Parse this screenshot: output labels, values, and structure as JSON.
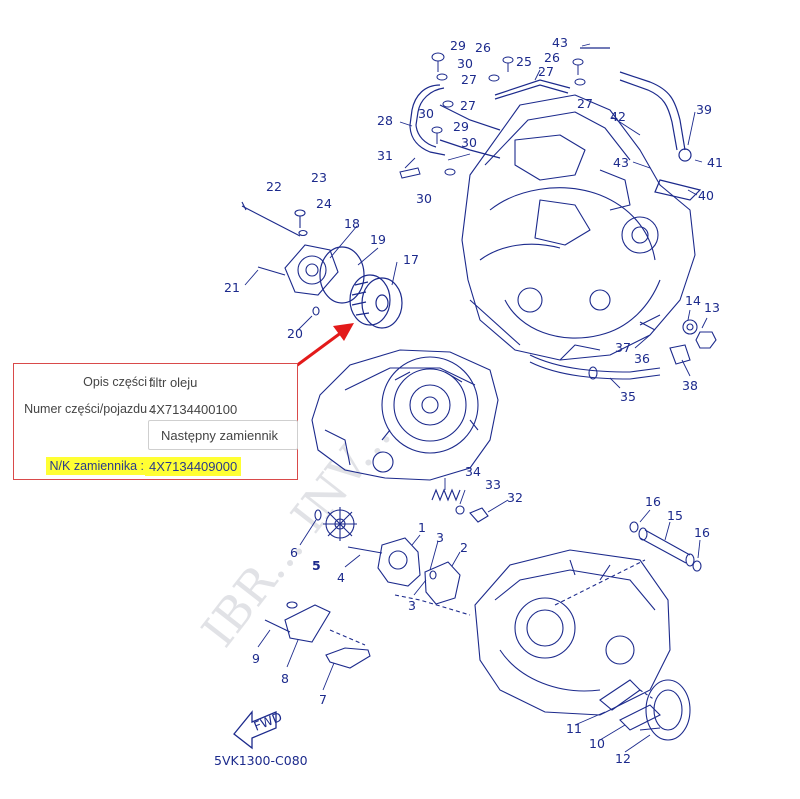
{
  "diagram": {
    "code": "5VK1300-C080",
    "fwd_label": "FWD",
    "watermark": "IBR... INV..."
  },
  "callouts": [
    {
      "id": "1",
      "label": "1"
    },
    {
      "id": "2",
      "label": "2"
    },
    {
      "id": "3a",
      "label": "3"
    },
    {
      "id": "3b",
      "label": "3"
    },
    {
      "id": "4",
      "label": "4"
    },
    {
      "id": "5",
      "label": "5"
    },
    {
      "id": "6",
      "label": "6"
    },
    {
      "id": "7",
      "label": "7"
    },
    {
      "id": "8",
      "label": "8"
    },
    {
      "id": "9",
      "label": "9"
    },
    {
      "id": "10",
      "label": "10"
    },
    {
      "id": "11",
      "label": "11"
    },
    {
      "id": "12",
      "label": "12"
    },
    {
      "id": "13",
      "label": "13"
    },
    {
      "id": "14",
      "label": "14"
    },
    {
      "id": "15",
      "label": "15"
    },
    {
      "id": "16a",
      "label": "16"
    },
    {
      "id": "16b",
      "label": "16"
    },
    {
      "id": "17",
      "label": "17"
    },
    {
      "id": "18",
      "label": "18"
    },
    {
      "id": "19",
      "label": "19"
    },
    {
      "id": "20",
      "label": "20"
    },
    {
      "id": "21",
      "label": "21"
    },
    {
      "id": "22",
      "label": "22"
    },
    {
      "id": "23",
      "label": "23"
    },
    {
      "id": "24",
      "label": "24"
    },
    {
      "id": "25",
      "label": "25"
    },
    {
      "id": "26a",
      "label": "26"
    },
    {
      "id": "26b",
      "label": "26"
    },
    {
      "id": "27a",
      "label": "27"
    },
    {
      "id": "27b",
      "label": "27"
    },
    {
      "id": "27c",
      "label": "27"
    },
    {
      "id": "27d",
      "label": "27"
    },
    {
      "id": "28",
      "label": "28"
    },
    {
      "id": "29a",
      "label": "29"
    },
    {
      "id": "29b",
      "label": "29"
    },
    {
      "id": "30a",
      "label": "30"
    },
    {
      "id": "30b",
      "label": "30"
    },
    {
      "id": "30c",
      "label": "30"
    },
    {
      "id": "30d",
      "label": "30"
    },
    {
      "id": "31",
      "label": "31"
    },
    {
      "id": "32",
      "label": "32"
    },
    {
      "id": "33",
      "label": "33"
    },
    {
      "id": "34",
      "label": "34"
    },
    {
      "id": "35",
      "label": "35"
    },
    {
      "id": "36",
      "label": "36"
    },
    {
      "id": "37",
      "label": "37"
    },
    {
      "id": "38",
      "label": "38"
    },
    {
      "id": "39",
      "label": "39"
    },
    {
      "id": "40",
      "label": "40"
    },
    {
      "id": "41",
      "label": "41"
    },
    {
      "id": "42",
      "label": "42"
    },
    {
      "id": "43a",
      "label": "43"
    },
    {
      "id": "43b",
      "label": "43"
    }
  ],
  "part_info": {
    "description_label": "Opis części :",
    "description_value": "filtr oleju",
    "part_number_label": "Numer części/pojazdu :",
    "part_number_value": "4X7134400100",
    "next_replacement_button": "Następny zamiennik",
    "replacement_label": "N/K zamiennika :",
    "replacement_value": "4X7134409000"
  },
  "colors": {
    "line_art": "#1c2a8c",
    "frame_border": "#d94a4a",
    "highlight": "#ffff33",
    "pointer_arrow": "#e31a1a"
  }
}
